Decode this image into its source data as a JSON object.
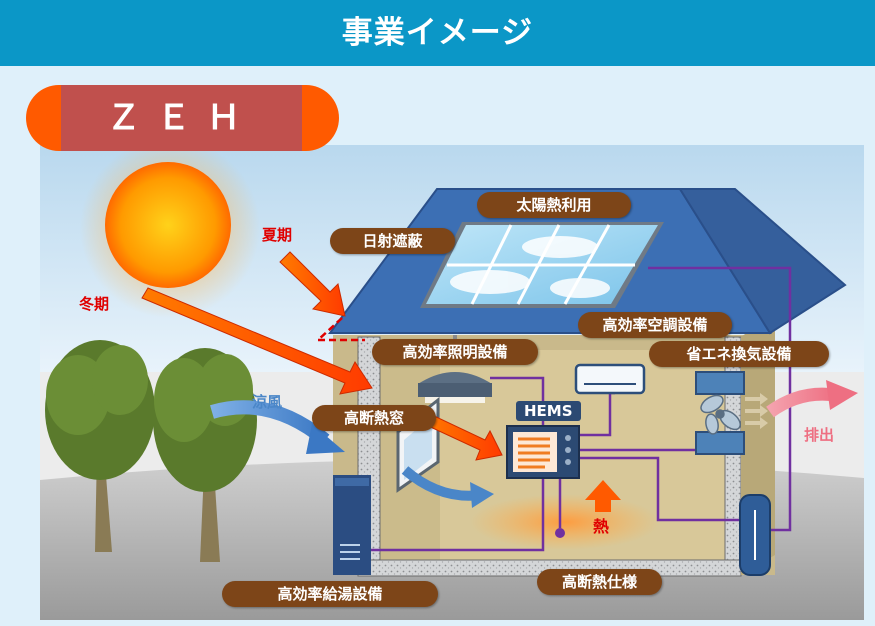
{
  "header": {
    "title": "事業イメージ"
  },
  "badge": {
    "label": "ＺＥＨ"
  },
  "labels": {
    "summer": "夏期",
    "winter": "冬期",
    "breeze": "涼風",
    "exhaust": "排出",
    "heat": "熱",
    "hems": "HEMS"
  },
  "tags": {
    "solar_heat": "太陽熱利用",
    "shading": "日射遮蔽",
    "hvac": "高効率空調設備",
    "lighting": "高効率照明設備",
    "ventilation": "省エネ換気設備",
    "window": "高断熱窓",
    "water_heater": "高効率給湯設備",
    "insulation": "高断熱仕様"
  },
  "colors": {
    "header_bg": "#0b97c7",
    "badge_orange": "#ff5a00",
    "badge_red": "#c0504d",
    "tag_brown": "#7d4518",
    "label_red": "#e00000",
    "breeze_blue": "#4a86c8",
    "exhaust_pink": "#f07c8c",
    "wire_purple": "#7030a0"
  }
}
